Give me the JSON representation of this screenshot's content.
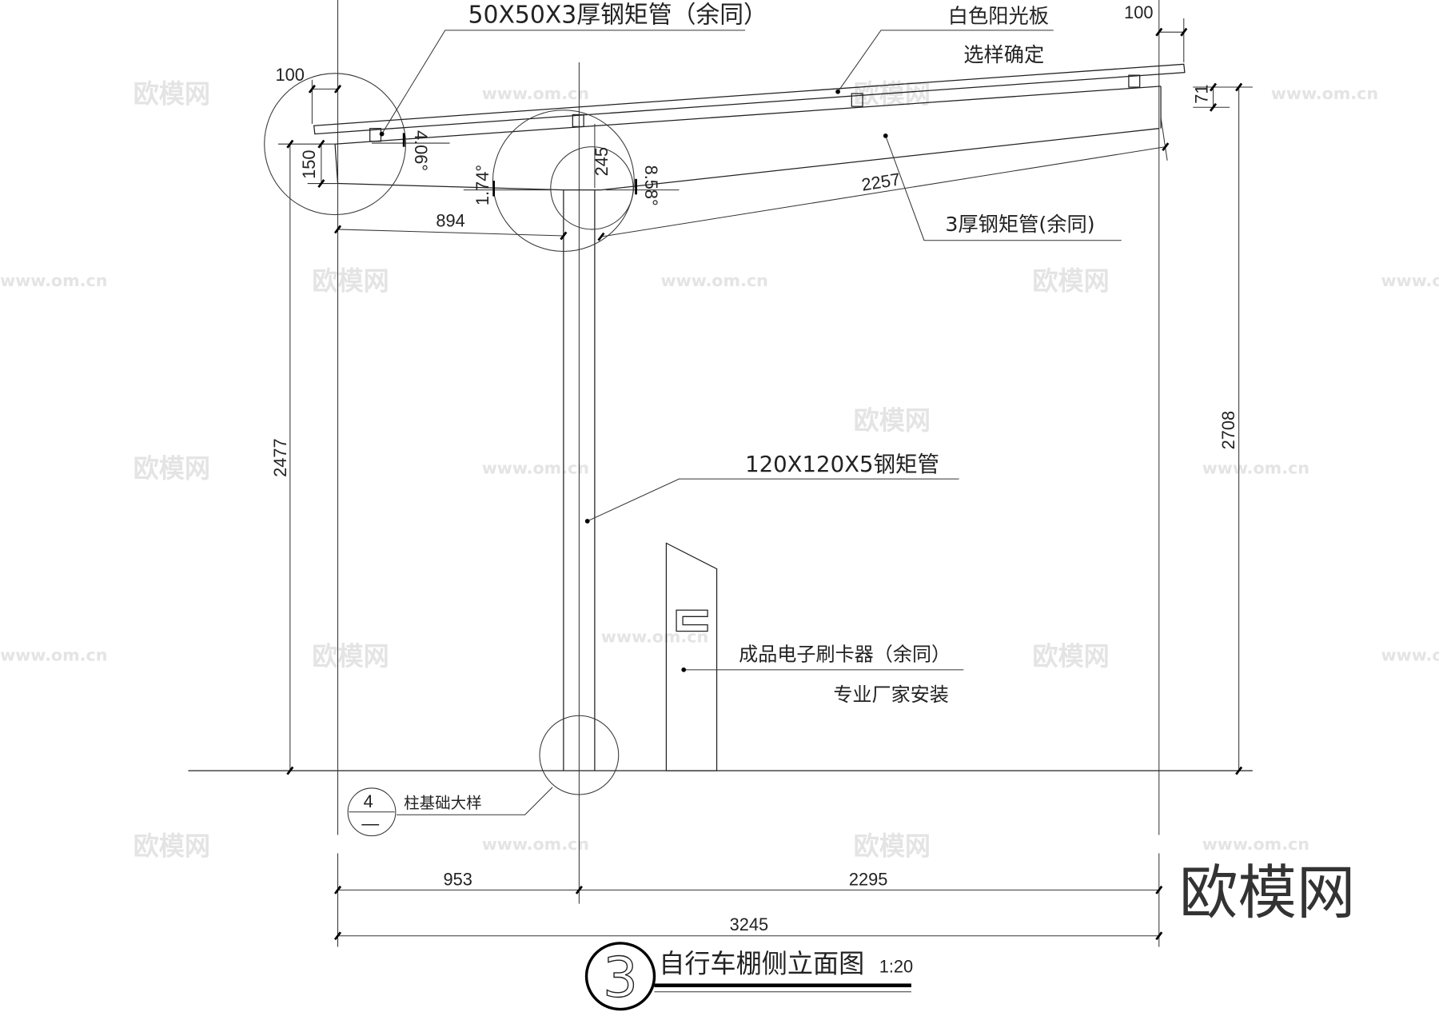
{
  "drawing": {
    "title": "自行车棚侧立面图",
    "scale": "1:20",
    "title_number": "3",
    "labels": {
      "purlin": "50X50X3厚钢矩管（余同）",
      "panel_line1": "白色阳光板",
      "panel_line2": "选样确定",
      "rafter": "3厚钢矩管(余同)",
      "column": "120X120X5钢矩管",
      "card_reader_line1": "成品电子刷卡器（余同）",
      "card_reader_line2": "专业厂家安装",
      "foundation_ref": "柱基础大样",
      "foundation_ref_number": "4",
      "foundation_ref_sheet": "—"
    },
    "dimensions": {
      "left_overhang": "100",
      "right_overhang": "100",
      "beam_depth_left": "150",
      "beam_depth_right": "71",
      "beam_depth_mid": "245",
      "angle_left": "4.06°",
      "angle_mid": "1.74°",
      "angle_right": "8.58°",
      "left_arm": "894",
      "right_arm": "2257",
      "left_height": "2477",
      "right_height": "2708",
      "bottom_left": "953",
      "bottom_right": "2295",
      "bottom_total": "3245"
    }
  },
  "watermark": {
    "logo": "欧模网",
    "url": "www.om.cn"
  },
  "colors": {
    "line": "#222222",
    "watermark": "#e4e4e4",
    "background": "#ffffff"
  }
}
